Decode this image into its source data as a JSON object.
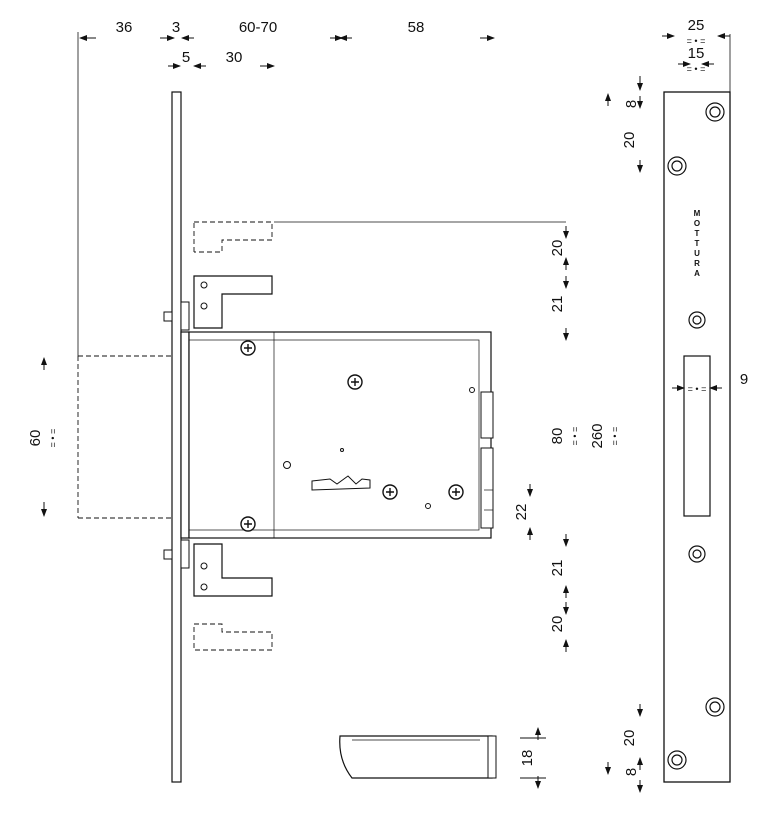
{
  "dimensions": {
    "top_36": "36",
    "top_3": "3",
    "top_60_70": "60-70",
    "top_58": "58",
    "top_5": "5",
    "top_30": "30",
    "top_25": "25",
    "top_15": "15",
    "right_8_top": "8",
    "right_20_top": "20",
    "mid_20_a": "20",
    "mid_21_a": "21",
    "mid_80": "80",
    "mid_260": "260",
    "mid_22": "22",
    "mid_21_b": "21",
    "mid_20_b": "20",
    "left_60": "60",
    "slot_9": "9",
    "right_20_bottom": "20",
    "right_8_bottom": "8",
    "bottom_18": "18"
  },
  "brand": {
    "letters": [
      "M",
      "O",
      "T",
      "T",
      "U",
      "R",
      "A"
    ]
  }
}
